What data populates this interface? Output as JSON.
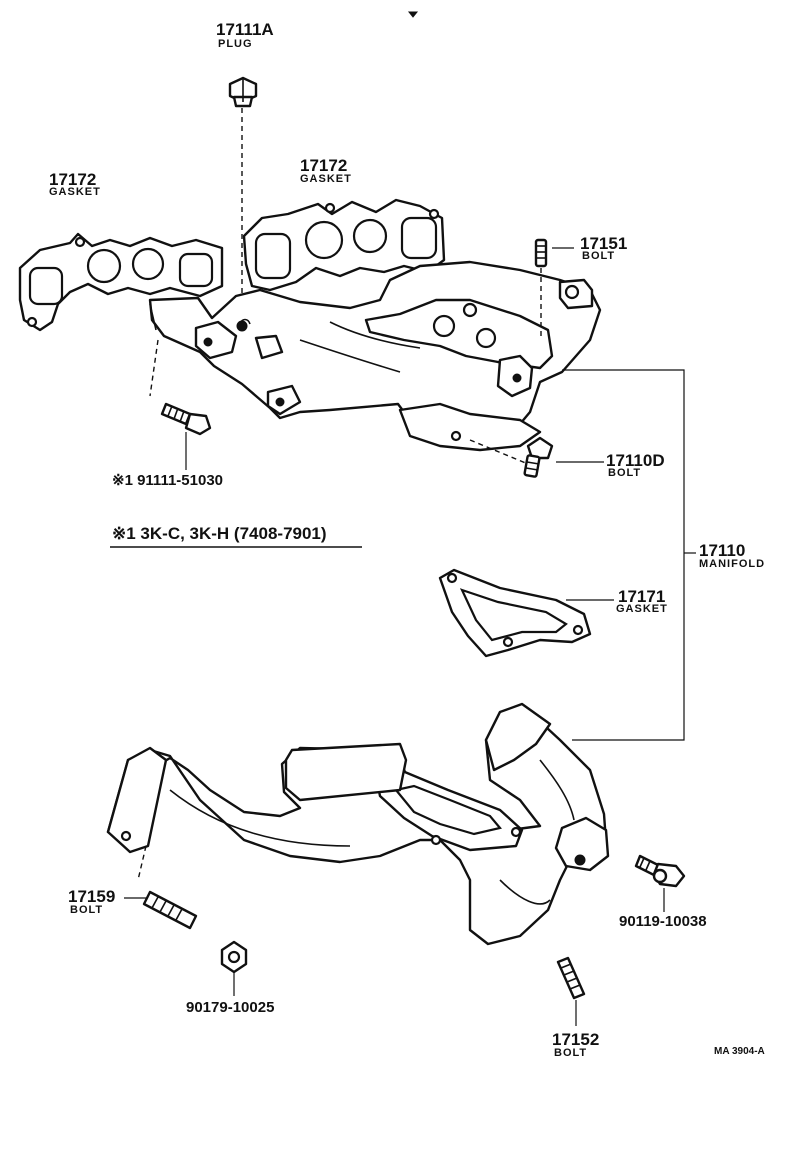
{
  "parts": {
    "plug": {
      "number": "17111A",
      "name": "PLUG"
    },
    "gasket_left": {
      "number": "17172",
      "name": "GASKET"
    },
    "gasket_center": {
      "number": "17172",
      "name": "GASKET"
    },
    "bolt_17151": {
      "number": "17151",
      "name": "BOLT"
    },
    "bolt_17110d": {
      "number": "17110D",
      "name": "BOLT"
    },
    "stud_91111": {
      "number": "※1 91111-51030"
    },
    "manifold": {
      "number": "17110",
      "name": "MANIFOLD"
    },
    "gasket_17171": {
      "number": "17171",
      "name": "GASKET"
    },
    "bolt_17159": {
      "number": "17159",
      "name": "BOLT"
    },
    "nut_90179": {
      "number": "90179-10025"
    },
    "bolt_90119": {
      "number": "90119-10038"
    },
    "bolt_17152": {
      "number": "17152",
      "name": "BOLT"
    }
  },
  "note": "※1 3K-C, 3K-H (7408-7901)",
  "drawing_code": "MA 3904-A"
}
